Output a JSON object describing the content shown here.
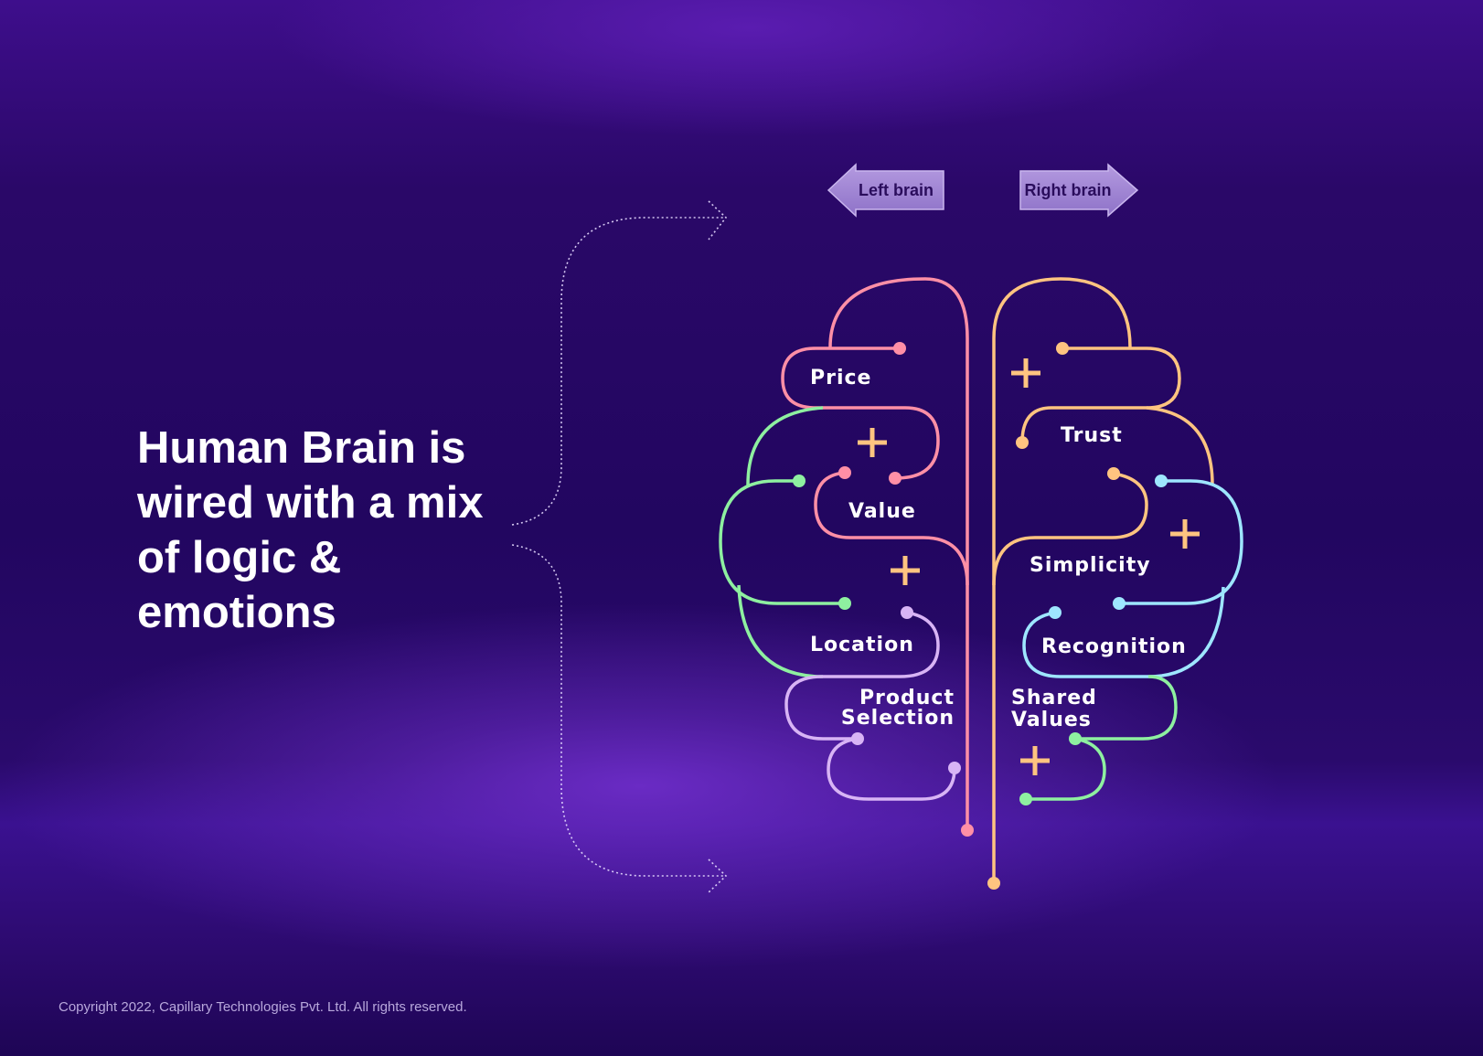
{
  "headline": "Human Brain is wired with a mix of logic & emotions",
  "left_tag": "Left brain",
  "right_tag": "Right brain",
  "left_labels": {
    "price": "Price",
    "value": "Value",
    "location": "Location",
    "product_selection_1": "Product",
    "product_selection_2": "Selection"
  },
  "right_labels": {
    "trust": "Trust",
    "simplicity": "Simplicity",
    "recognition": "Recognition",
    "shared_values_1": "Shared",
    "shared_values_2": "Values"
  },
  "copyright": "Copyright 2022, Capillary Technologies Pvt. Ltd. All rights reserved.",
  "colors": {
    "pink": "#ff8fa6",
    "orange": "#ffc480",
    "green": "#8ef0a0",
    "lavender": "#d8b4f5",
    "cyan": "#9ee6ff",
    "plus": "#ffc480"
  }
}
